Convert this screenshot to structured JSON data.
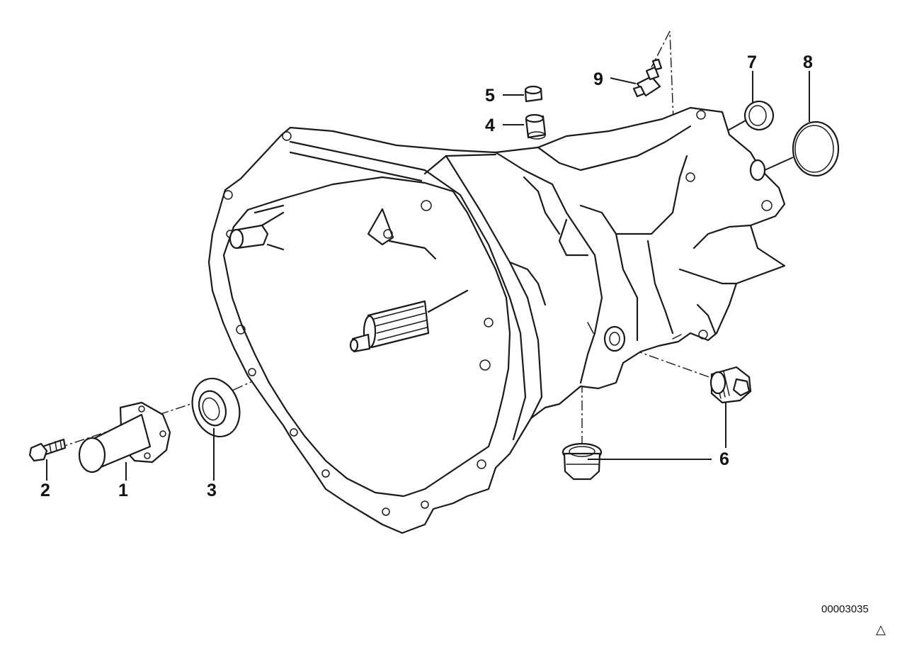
{
  "diagram": {
    "reference_number": "00003035",
    "corner_mark": "△",
    "callouts": [
      {
        "id": "1",
        "label": "1"
      },
      {
        "id": "2",
        "label": "2"
      },
      {
        "id": "3",
        "label": "3"
      },
      {
        "id": "4",
        "label": "4"
      },
      {
        "id": "5",
        "label": "5"
      },
      {
        "id": "6",
        "label": "6"
      },
      {
        "id": "7",
        "label": "7"
      },
      {
        "id": "8",
        "label": "8"
      },
      {
        "id": "9",
        "label": "9"
      }
    ]
  }
}
